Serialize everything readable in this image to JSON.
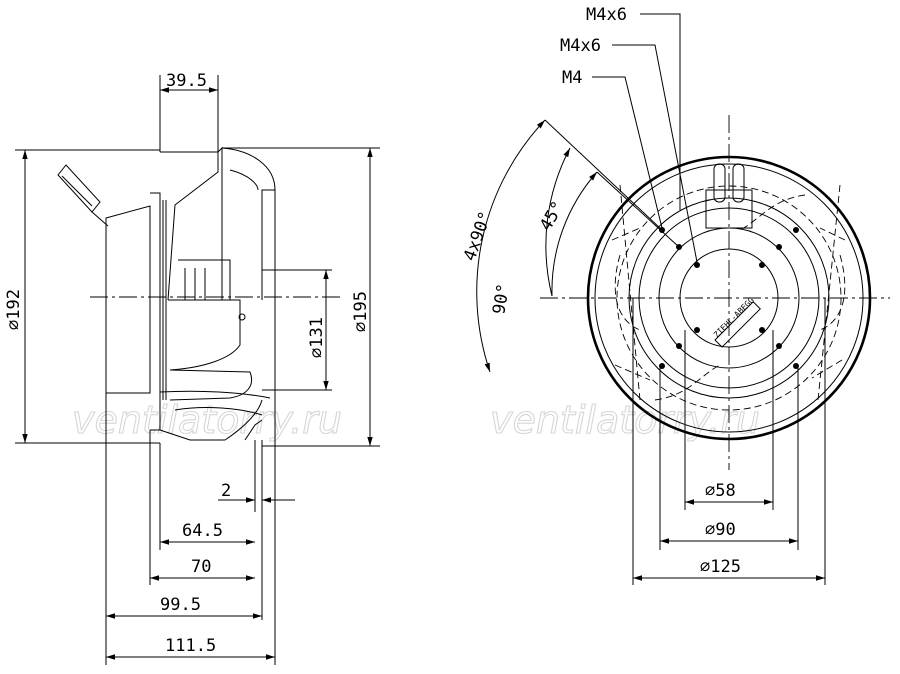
{
  "side_view": {
    "dims": {
      "width_top": "39.5",
      "diameter_left": "⌀192",
      "diameter_inner": "⌀131",
      "diameter_right": "⌀195",
      "gap": "2",
      "len_1": "64.5",
      "len_2": "70",
      "len_3": "99.5",
      "len_4": "111.5"
    }
  },
  "front_view": {
    "thread_labels": [
      "M4x6",
      "M4x6",
      "M4"
    ],
    "angle_labels": {
      "pattern": "4x90°",
      "angle_90": "90°",
      "angle_45": "45°"
    },
    "dims": {
      "d58": "⌀58",
      "d90": "⌀90",
      "d125": "⌀125"
    },
    "nameplate": "ZIEHL-ABEGG"
  },
  "watermark": [
    "ventilatorry.ru",
    "ventilatorry.ru"
  ]
}
